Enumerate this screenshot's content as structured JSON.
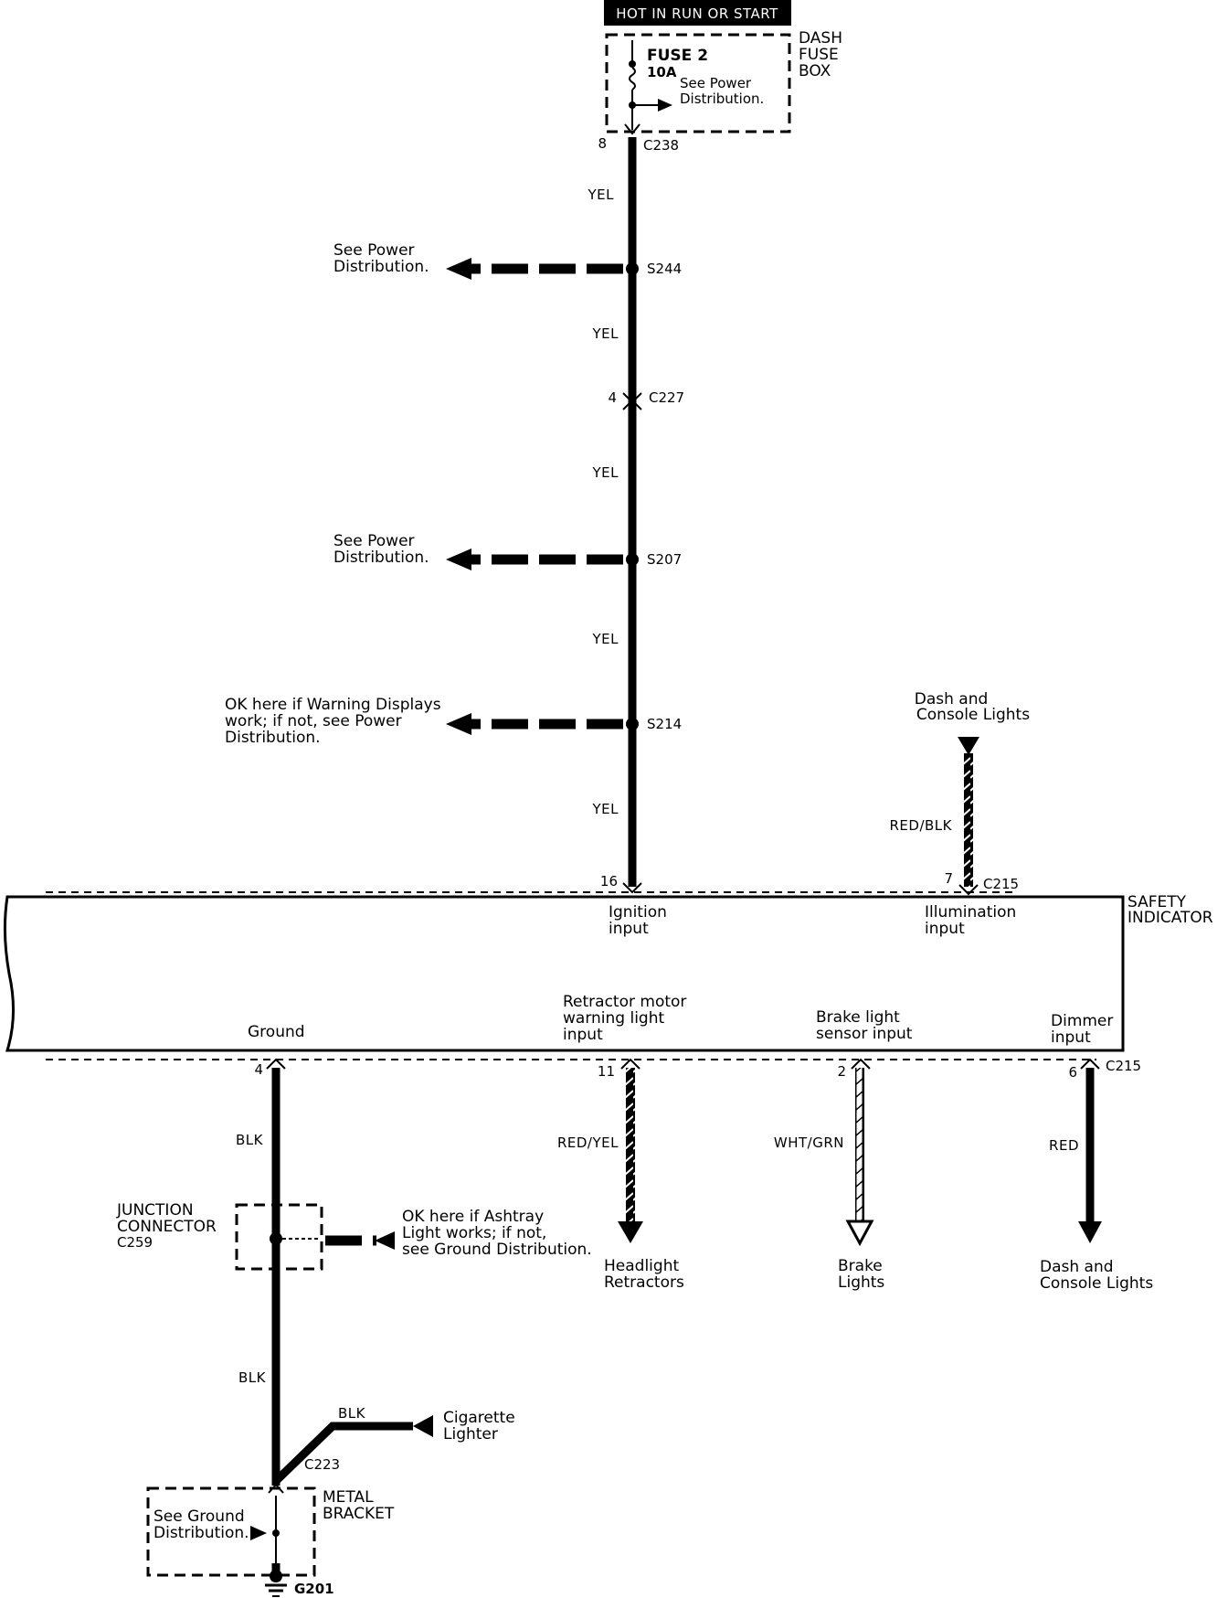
{
  "header": {
    "label": "HOT IN RUN OR START"
  },
  "fuse_box": {
    "title": [
      "DASH",
      "FUSE",
      "BOX"
    ],
    "fuse": "FUSE 2",
    "rating": "10A",
    "note": [
      "See Power",
      "Distribution."
    ],
    "pin": "8",
    "connector": "C238"
  },
  "wires": {
    "yel": "YEL",
    "red_blk": "RED/BLK",
    "blk": "BLK",
    "red_yel": "RED/YEL",
    "wht_grn": "WHT/GRN",
    "red": "RED"
  },
  "splices": [
    {
      "id": "S244",
      "note": [
        "See Power",
        "Distribution."
      ]
    },
    {
      "id": "S207",
      "note": [
        "See Power",
        "Distribution."
      ]
    },
    {
      "id": "S214",
      "note": [
        "OK here if Warning Displays",
        "work; if not, see Power",
        "Distribution."
      ]
    }
  ],
  "c227": {
    "pin": "4",
    "connector": "C227"
  },
  "illumination_source": [
    "Dash and",
    "Console Lights"
  ],
  "safety_indicator": {
    "title": [
      "SAFETY",
      "INDICATOR"
    ],
    "top_connector": "C215",
    "bottom_connector": "C215",
    "ignition": {
      "pin": "16",
      "label": [
        "Ignition",
        "input"
      ]
    },
    "illumination": {
      "pin": "7",
      "label": [
        "Illumination",
        "input"
      ]
    },
    "ground": {
      "pin": "4",
      "label": "Ground"
    },
    "retractor": {
      "pin": "11",
      "label": [
        "Retractor motor",
        "warning light",
        "input"
      ]
    },
    "brake": {
      "pin": "2",
      "label": [
        "Brake light",
        "sensor input"
      ]
    },
    "dimmer": {
      "pin": "6",
      "label": [
        "Dimmer",
        "input"
      ]
    }
  },
  "junction": {
    "title": [
      "JUNCTION",
      "CONNECTOR"
    ],
    "connector": "C259",
    "note": [
      "OK here if Ashtray",
      "Light works; if not,",
      "see Ground Distribution."
    ]
  },
  "destinations": {
    "headlight": [
      "Headlight",
      "Retractors"
    ],
    "brake": [
      "Brake",
      "Lights"
    ],
    "dash": [
      "Dash and",
      "Console Lights"
    ],
    "cigarette": [
      "Cigarette",
      "Lighter"
    ]
  },
  "c223": "C223",
  "metal_bracket": {
    "title": [
      "METAL",
      "BRACKET"
    ],
    "note": [
      "See Ground",
      "Distribution."
    ],
    "ground": "G201"
  }
}
